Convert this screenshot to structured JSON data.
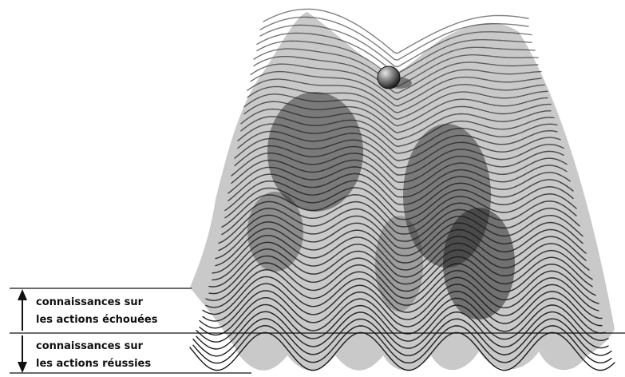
{
  "figure": {
    "upper_zone_label": {
      "line1": "connaissances sur",
      "line2": "les actions échouées"
    },
    "lower_zone_label": {
      "line1": "connaissances sur",
      "line2": "les actions réussies"
    },
    "colors": {
      "ink": "#111111",
      "background": "#ffffff",
      "ball": "#6a6a6a"
    },
    "icons": {
      "up_arrow": "arrow-up-icon",
      "down_arrow": "arrow-down-icon",
      "ball": "ball-icon"
    }
  }
}
